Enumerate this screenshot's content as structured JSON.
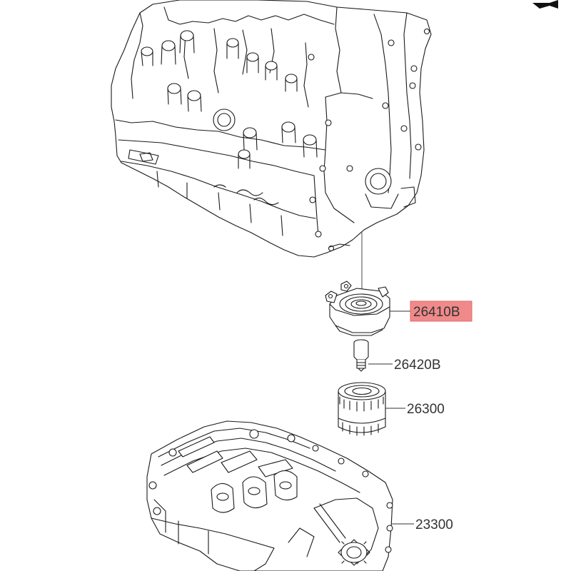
{
  "diagram": {
    "callouts": [
      {
        "id": "oil-cooler",
        "part_number": "26410B",
        "highlighted": true
      },
      {
        "id": "fitting",
        "part_number": "26420B",
        "highlighted": false
      },
      {
        "id": "oil-filter",
        "part_number": "26300",
        "highlighted": false
      },
      {
        "id": "balance-shaft",
        "part_number": "23300",
        "highlighted": false
      }
    ],
    "colors": {
      "highlight_fill": "#f08a8a",
      "highlight_border": "#e06a6a",
      "line": "#1a1a1a",
      "label_text": "#333333"
    }
  }
}
